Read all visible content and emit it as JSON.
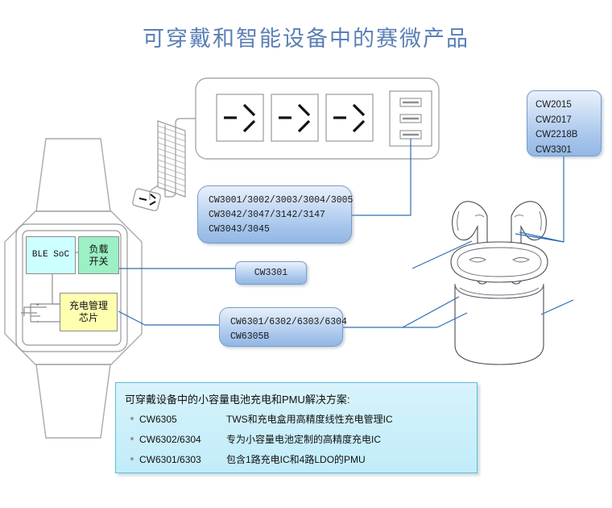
{
  "page": {
    "title": "可穿戴和智能设备中的赛微产品",
    "title_color": "#5b7fb5",
    "background": "#ffffff"
  },
  "watch": {
    "name": "smartwatch-diagram",
    "blocks": [
      {
        "id": "ble-soc",
        "label": "BLE SoC",
        "color": "#ccffff"
      },
      {
        "id": "load-switch",
        "line1": "负载",
        "line2": "开关",
        "color": "#9bf0c4"
      },
      {
        "id": "charge-manager",
        "line1": "充电管理",
        "line2": "芯片",
        "color": "#ffffb0"
      }
    ],
    "battery_icon": "battery-symbol"
  },
  "power_strip": {
    "name": "power-strip-diagram",
    "ac_socket_count": 3,
    "usb_port_count": 3,
    "cable_icon": "coiled-cable-with-plug"
  },
  "earbuds": {
    "name": "tws-earbuds-case-diagram"
  },
  "callouts": {
    "top_right": {
      "lines": [
        "CW2015",
        "CW2017",
        "CW2218B",
        "CW3301"
      ]
    },
    "power_strip": {
      "lines": [
        "CW3001/3002/3003/3004/3005",
        "CW3042/3047/3142/3147",
        "CW3043/3045"
      ]
    },
    "load_switch": {
      "lines": [
        "CW3301"
      ]
    },
    "charger": {
      "lines": [
        "CW6301/6302/6303/6304",
        "CW6305B"
      ]
    }
  },
  "info_box": {
    "heading": "可穿戴设备中的小容量电池充电和PMU解决方案:",
    "items": [
      {
        "code": "CW6305",
        "desc": "TWS和充电盒用高精度线性充电管理IC"
      },
      {
        "code": "CW6302/6304",
        "desc": "专为小容量电池定制的高精度充电IC"
      },
      {
        "code": "CW6301/6303",
        "desc": "包含1路充电IC和4路LDO的PMU"
      }
    ],
    "border_color": "#59bfd8",
    "fill_color": "#ccf0fa"
  },
  "connector_color": "#2f6fb5"
}
